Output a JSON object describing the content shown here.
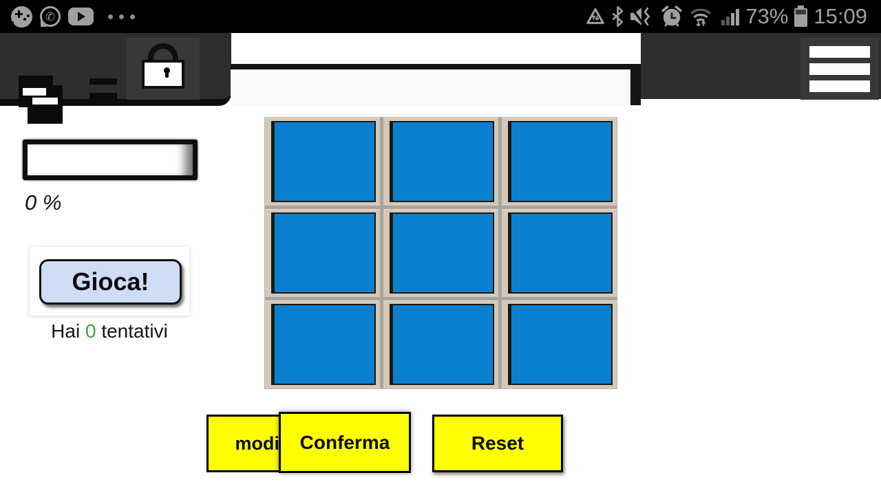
{
  "theme": {
    "status_bar_bg": "#000000",
    "status_fg": "#a0a0a0",
    "appbar_bg": "#302d2d",
    "appbar_panel_bg": "#3a3737",
    "appbar_edge": "#0d0d0d",
    "tab_bg": "#fafafa",
    "page_bg": "#ffffff",
    "tile_frame": "#d5c8b9",
    "tile_blue": "#0a7fd0",
    "tile_border": "#1a1a14",
    "grid_gap": "#a8a49e",
    "button_yellow": "#ffff00",
    "play_button_bg": "#cedcf5",
    "attempts_green": "#43a047"
  },
  "status_bar": {
    "time": "15:09",
    "battery_percent": "73%",
    "notification_icons": [
      "game-launcher",
      "whatsapp",
      "youtube",
      "more-notifications"
    ],
    "system_icons": [
      "data-saver",
      "bluetooth",
      "mute-vibrate",
      "alarm",
      "wifi",
      "cell-signal",
      "battery"
    ]
  },
  "browser": {
    "tab_title": "",
    "controls": [
      "tabs-button",
      "lock-button",
      "menu-button"
    ]
  },
  "game": {
    "progress_label": "0 %",
    "play_button_label": "Gioca!",
    "attempts": {
      "prefix": "Hai ",
      "count": "0",
      "suffix": " tentativi"
    },
    "grid": {
      "rows": 3,
      "cols": 3
    },
    "buttons": {
      "modify_label": "modi",
      "confirm_label": "Conferma",
      "reset_label": "Reset"
    }
  }
}
